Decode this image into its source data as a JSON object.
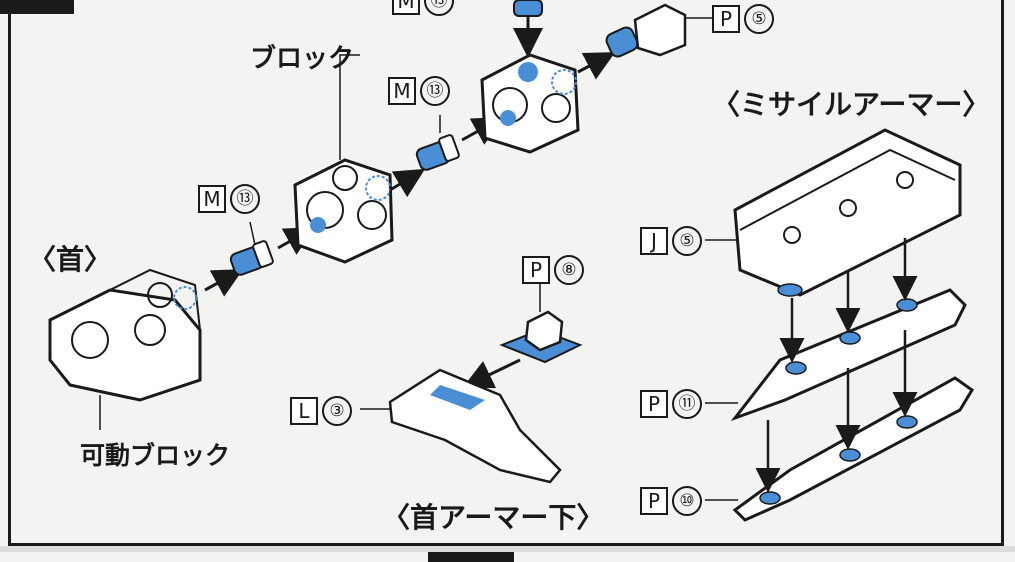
{
  "labels": {
    "block": "ブロック",
    "movable_block": "可動ブロック",
    "neck": "〈首〉",
    "missile_armor": "〈ミサイルアーマー〉",
    "neck_armor_lower": "〈首アーマー下〉"
  },
  "part_codes": [
    {
      "id": "m13-top",
      "letter": "M",
      "number": "⑬"
    },
    {
      "id": "p5",
      "letter": "P",
      "number": "⑤"
    },
    {
      "id": "m13-mid",
      "letter": "M",
      "number": "⑬"
    },
    {
      "id": "m13-left",
      "letter": "M",
      "number": "⑬"
    },
    {
      "id": "p8",
      "letter": "P",
      "number": "⑧"
    },
    {
      "id": "l3",
      "letter": "L",
      "number": "③"
    },
    {
      "id": "j5",
      "letter": "J",
      "number": "⑤"
    },
    {
      "id": "p11",
      "letter": "P",
      "number": "⑪"
    },
    {
      "id": "p10",
      "letter": "P",
      "number": "⑩"
    }
  ],
  "colors": {
    "part_blue": "#4a8fd6",
    "line": "#1a1a1a",
    "bg": "#f3f3f1"
  }
}
